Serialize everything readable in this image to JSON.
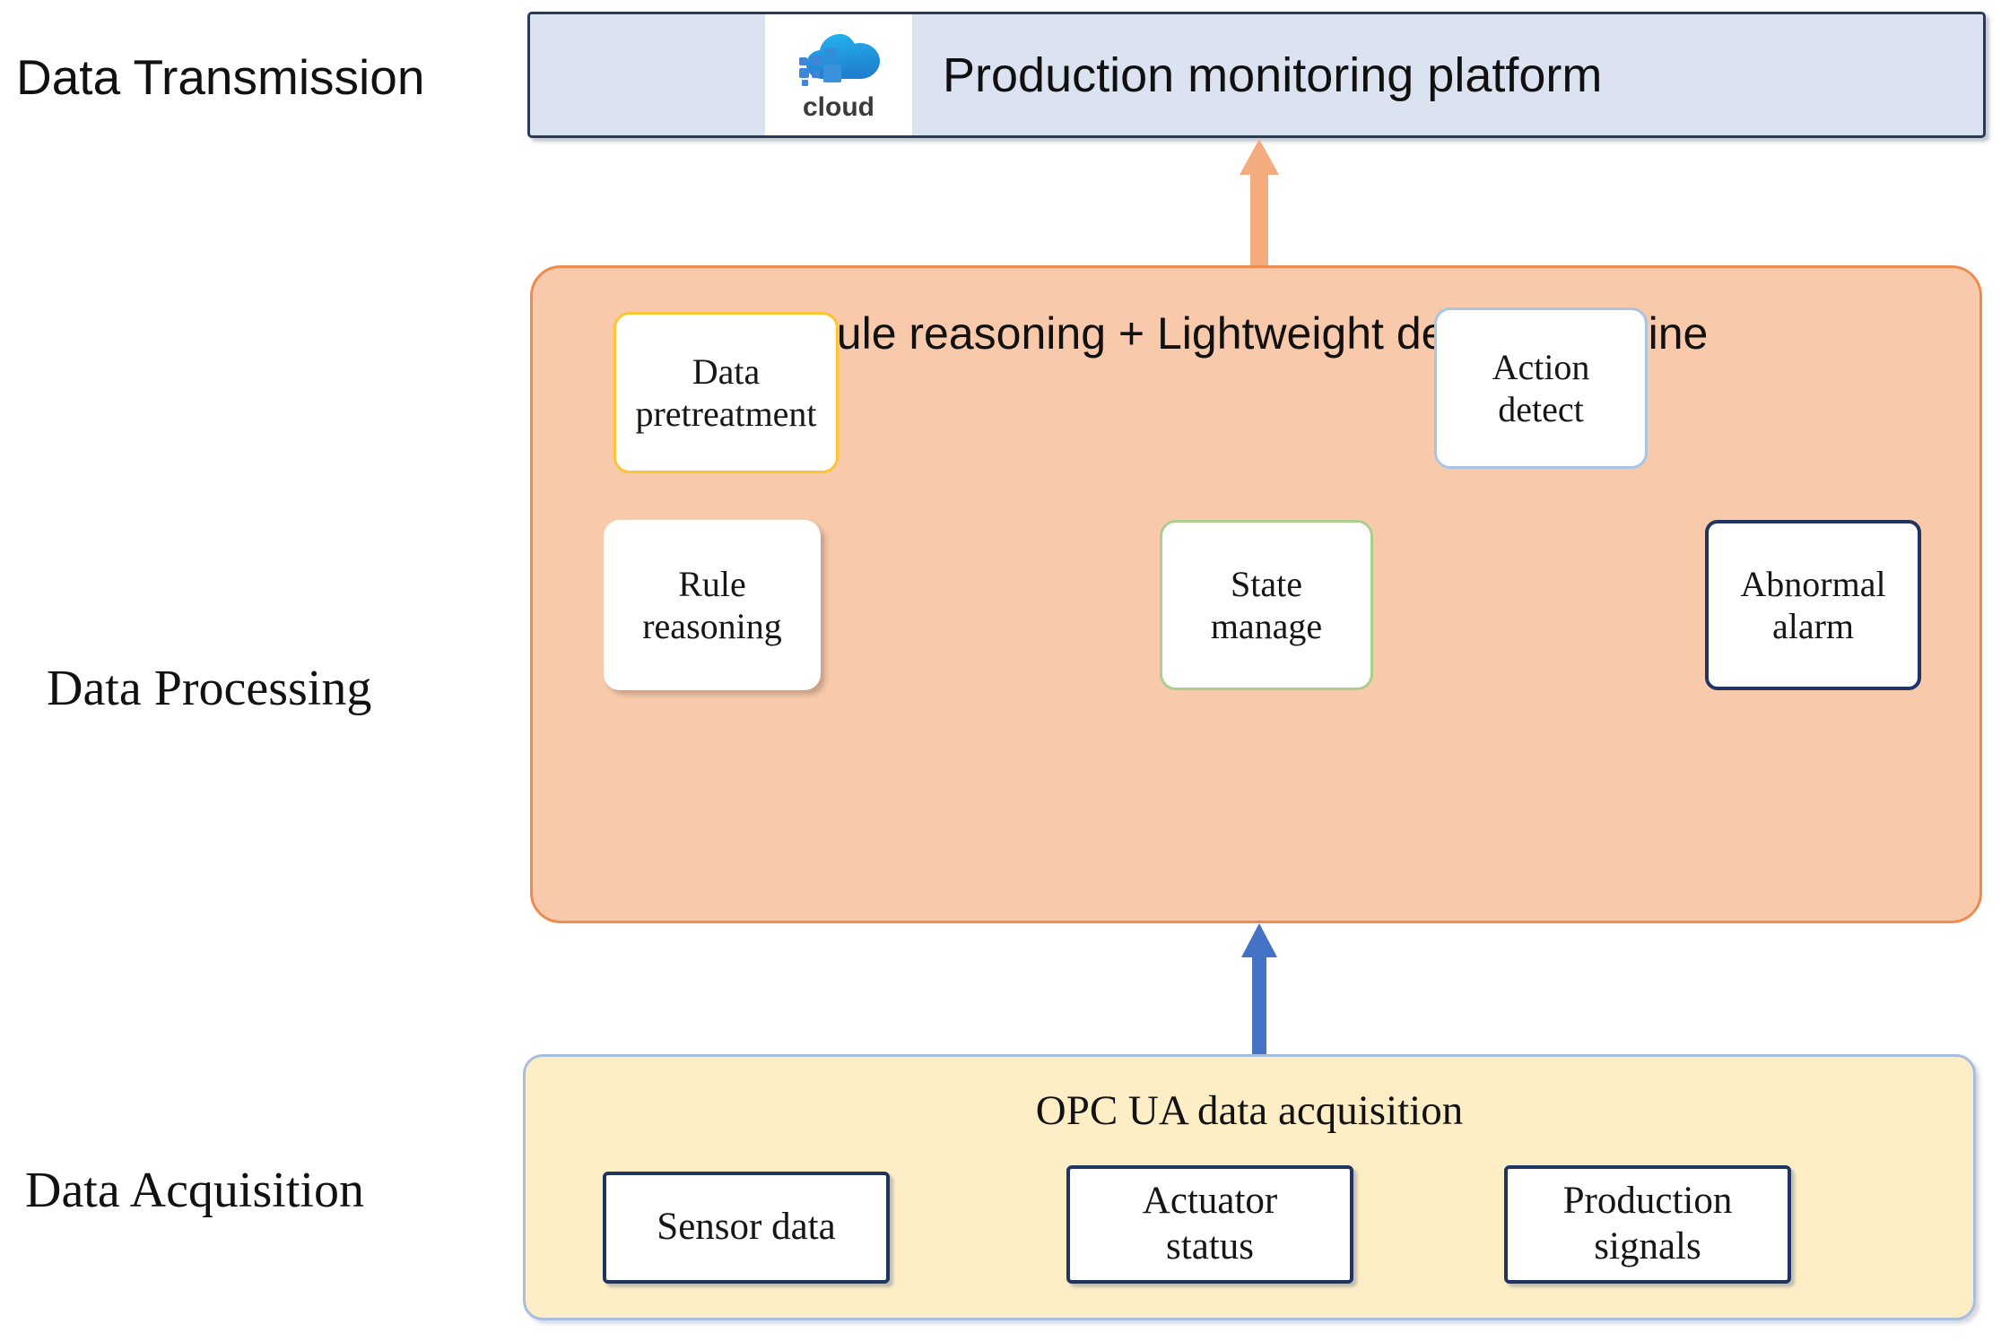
{
  "stages": {
    "transmission_label": "Data Transmission",
    "processing_label": "Data Processing",
    "acquisition_label": "Data Acquisition"
  },
  "transmission": {
    "title": "Production monitoring platform",
    "icon_name": "cloud-icon",
    "icon_caption": "cloud",
    "band_fill": "#dce3f0",
    "band_border": "#2a3b59"
  },
  "processing": {
    "title": "Rule reasoning  +  Lightweight decision engine",
    "panel_fill": "#f8caab",
    "panel_border": "#ed8b50",
    "cards": [
      {
        "id": "data-pretreatment",
        "line1": "Data",
        "line2": "pretreatment",
        "border_color": "#ffc431"
      },
      {
        "id": "action-detect",
        "line1": "Action",
        "line2": "detect",
        "border_color": "#a8c6e3"
      },
      {
        "id": "rule-reasoning",
        "line1": "Rule",
        "line2": "reasoning",
        "border_color": "none"
      },
      {
        "id": "state-manage",
        "line1": "State",
        "line2": "manage",
        "border_color": "#a9cf8f"
      },
      {
        "id": "abnormal-alarm",
        "line1": "Abnormal",
        "line2": "alarm",
        "border_color": "#1f3461"
      }
    ]
  },
  "acquisition": {
    "title": "OPC UA data acquisition",
    "panel_fill": "#fdeec6",
    "panel_border": "#a8bede",
    "cards": [
      {
        "id": "sensor-data",
        "line1": "Sensor data",
        "line2": "",
        "border_color": "#1f3461"
      },
      {
        "id": "actuator-status",
        "line1": "Actuator",
        "line2": "status",
        "border_color": "#1f3461"
      },
      {
        "id": "production-signals",
        "line1": "Production",
        "line2": "signals",
        "border_color": "#1f3461"
      }
    ]
  },
  "arrows": [
    {
      "id": "processing-to-transmission",
      "name": "arrow-up-orange",
      "color": "#f4ac7e",
      "direction": "up"
    },
    {
      "id": "acquisition-to-processing",
      "name": "arrow-up-blue",
      "color": "#4472c4",
      "direction": "up"
    }
  ]
}
